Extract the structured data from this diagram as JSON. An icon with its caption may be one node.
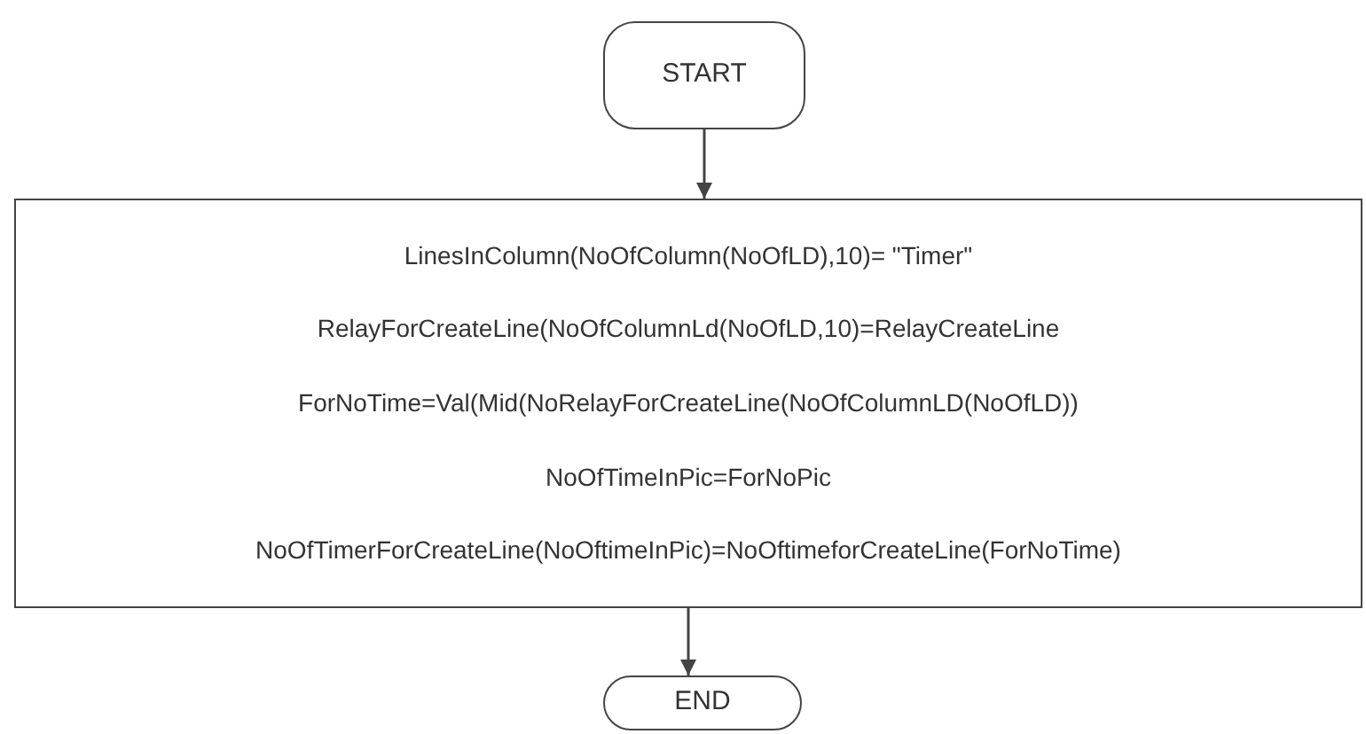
{
  "diagram": {
    "nodes": [
      {
        "text": [
          "START"
        ]
      },
      {
        "text": [
          "LinesInColumn(NoOfColumn(NoOfLD),10)= \"Timer\"",
          "RelayForCreateLine(NoOfColumnLd(NoOfLD,10)=RelayCreateLine",
          "ForNoTime=Val(Mid(NoRelayForCreateLine(NoOfColumnLD(NoOfLD))",
          "NoOfTimeInPic=ForNoPic",
          "NoOfTimerForCreateLine(NoOftimeInPic)=NoOftimeforCreateLine(ForNoTime)"
        ]
      },
      {
        "text": [
          "END"
        ]
      }
    ],
    "edges": [
      {
        "from": 0,
        "to": 1,
        "arrow": "to"
      },
      {
        "from": 1,
        "to": 2,
        "arrow": "to"
      }
    ]
  }
}
